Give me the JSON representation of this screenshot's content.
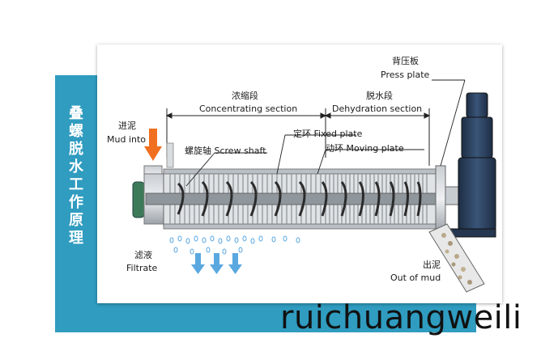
{
  "side_title": [
    "叠",
    "螺",
    "脱",
    "水",
    "工",
    "作",
    "原",
    "理"
  ],
  "labels": {
    "press_plate_cn": "背压板",
    "press_plate_en": "Press plate",
    "concentrating_cn": "浓缩段",
    "concentrating_en": "Concentrating section",
    "dehydration_cn": "脱水段",
    "dehydration_en": "Dehydration section",
    "mud_into_cn": "进泥",
    "mud_into_en": "Mud into",
    "fixed_plate": "定环 Fixed plate",
    "screw_shaft": "螺旋轴 Screw shaft",
    "moving_plate": "动环 Moving plate",
    "filtrate_cn": "滤液",
    "filtrate_en": "Filtrate",
    "out_of_mud_cn": "出泥",
    "out_of_mud_en": "Out of mud"
  },
  "watermark": "ruichuangweili",
  "colors": {
    "teal": "#2f9cc0",
    "arrow_orange": "#f07020",
    "filtrate_blue": "#5aa8e0",
    "motor_blue": "#2a3f5c"
  }
}
